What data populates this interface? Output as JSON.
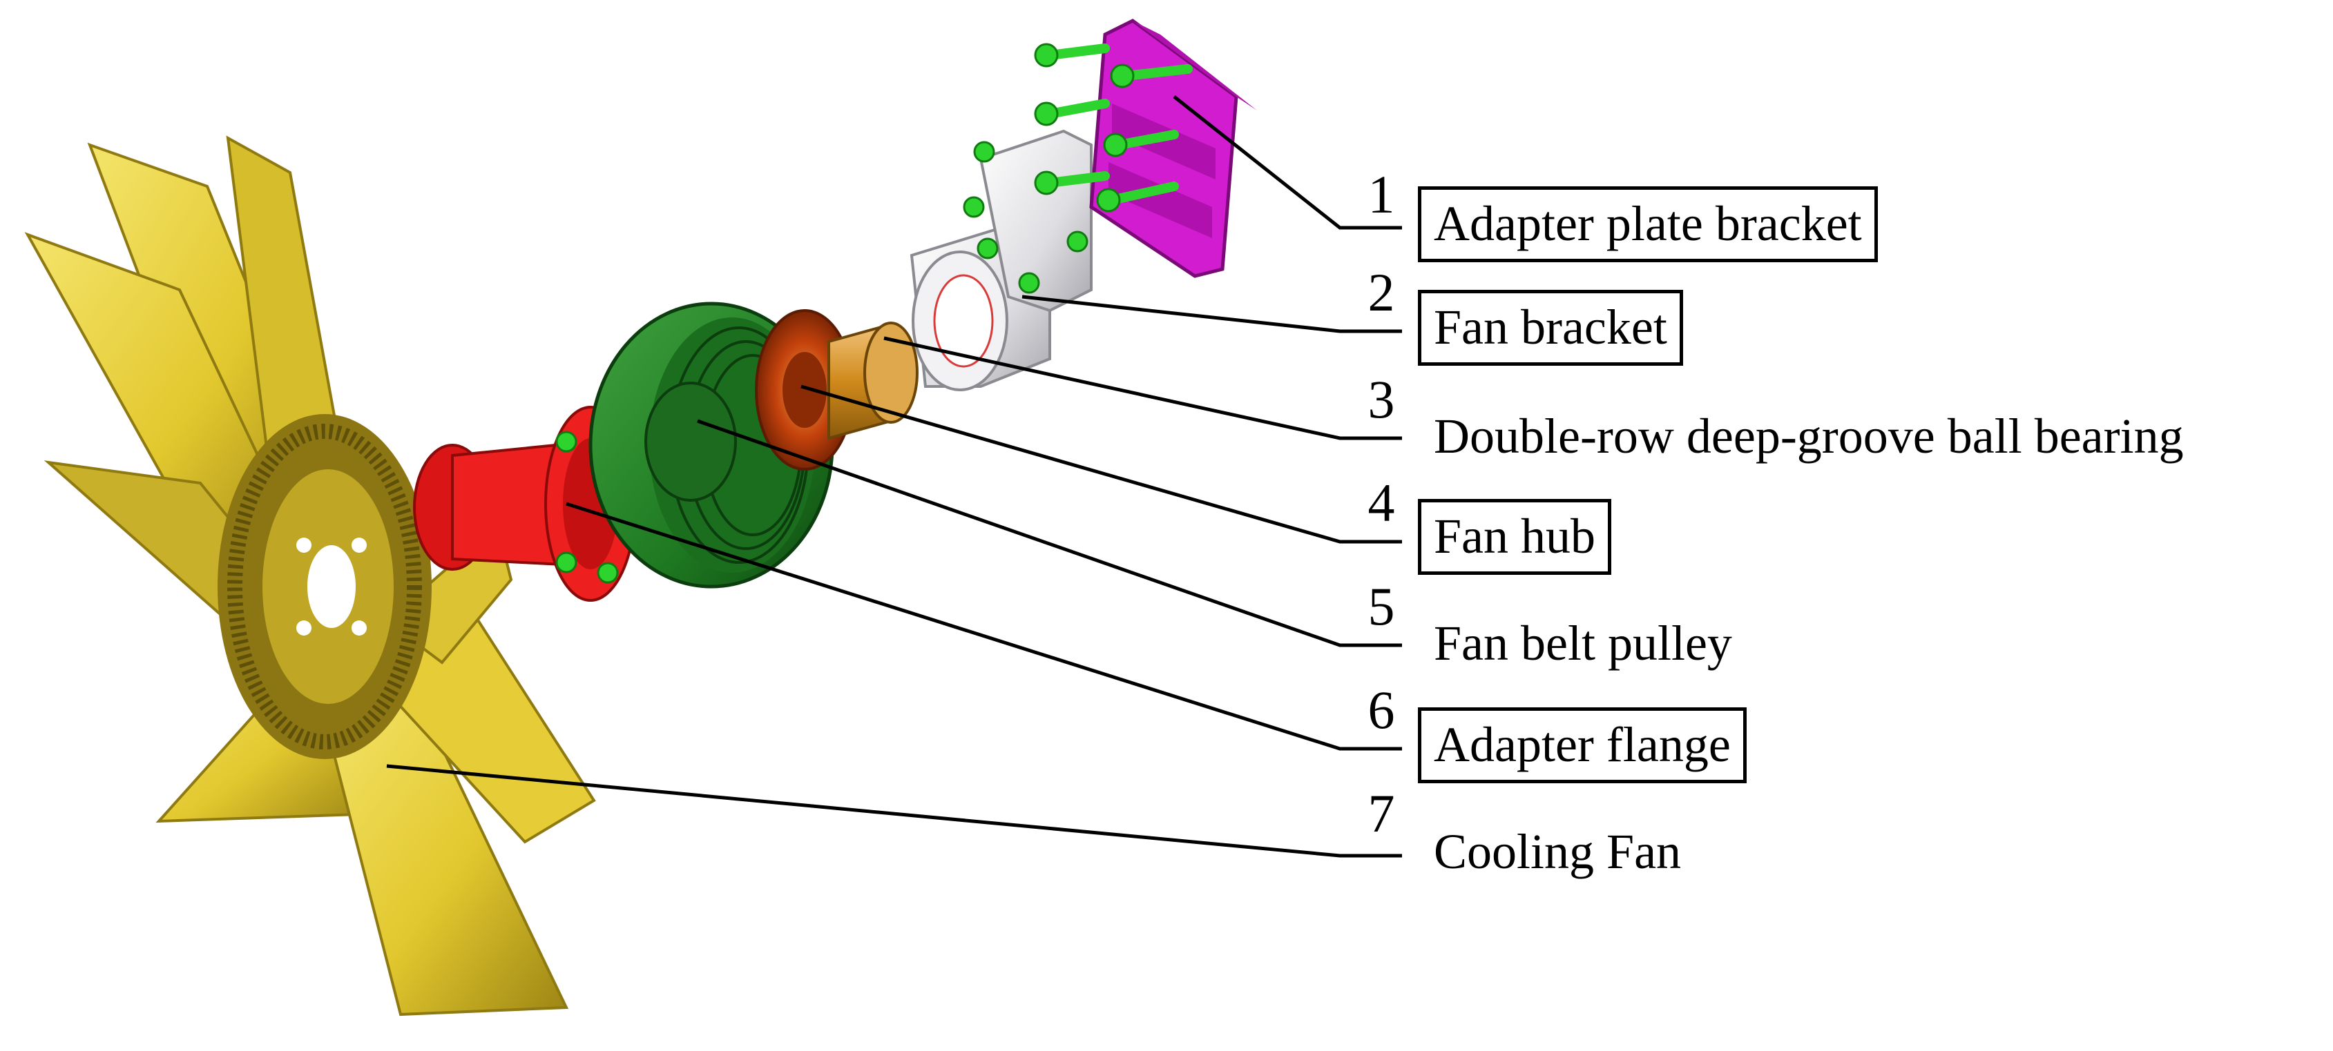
{
  "diagram": {
    "parts": [
      {
        "number": "1",
        "label": "Adapter plate bracket",
        "boxed": true,
        "color": "#d21ccf"
      },
      {
        "number": "2",
        "label": "Fan bracket",
        "boxed": true,
        "color": "#e6e6e8"
      },
      {
        "number": "3",
        "label": "Double-row deep-groove ball bearing",
        "boxed": false,
        "color": "#d08a1c"
      },
      {
        "number": "4",
        "label": "Fan hub",
        "boxed": true,
        "color": "#c4420c"
      },
      {
        "number": "5",
        "label": "Fan belt pulley",
        "boxed": false,
        "color": "#1f7a22"
      },
      {
        "number": "6",
        "label": "Adapter flange",
        "boxed": true,
        "color": "#ee1f1f"
      },
      {
        "number": "7",
        "label": "Cooling Fan",
        "boxed": false,
        "color": "#e8d23a"
      }
    ],
    "bolt_color": "#2ed42e"
  }
}
